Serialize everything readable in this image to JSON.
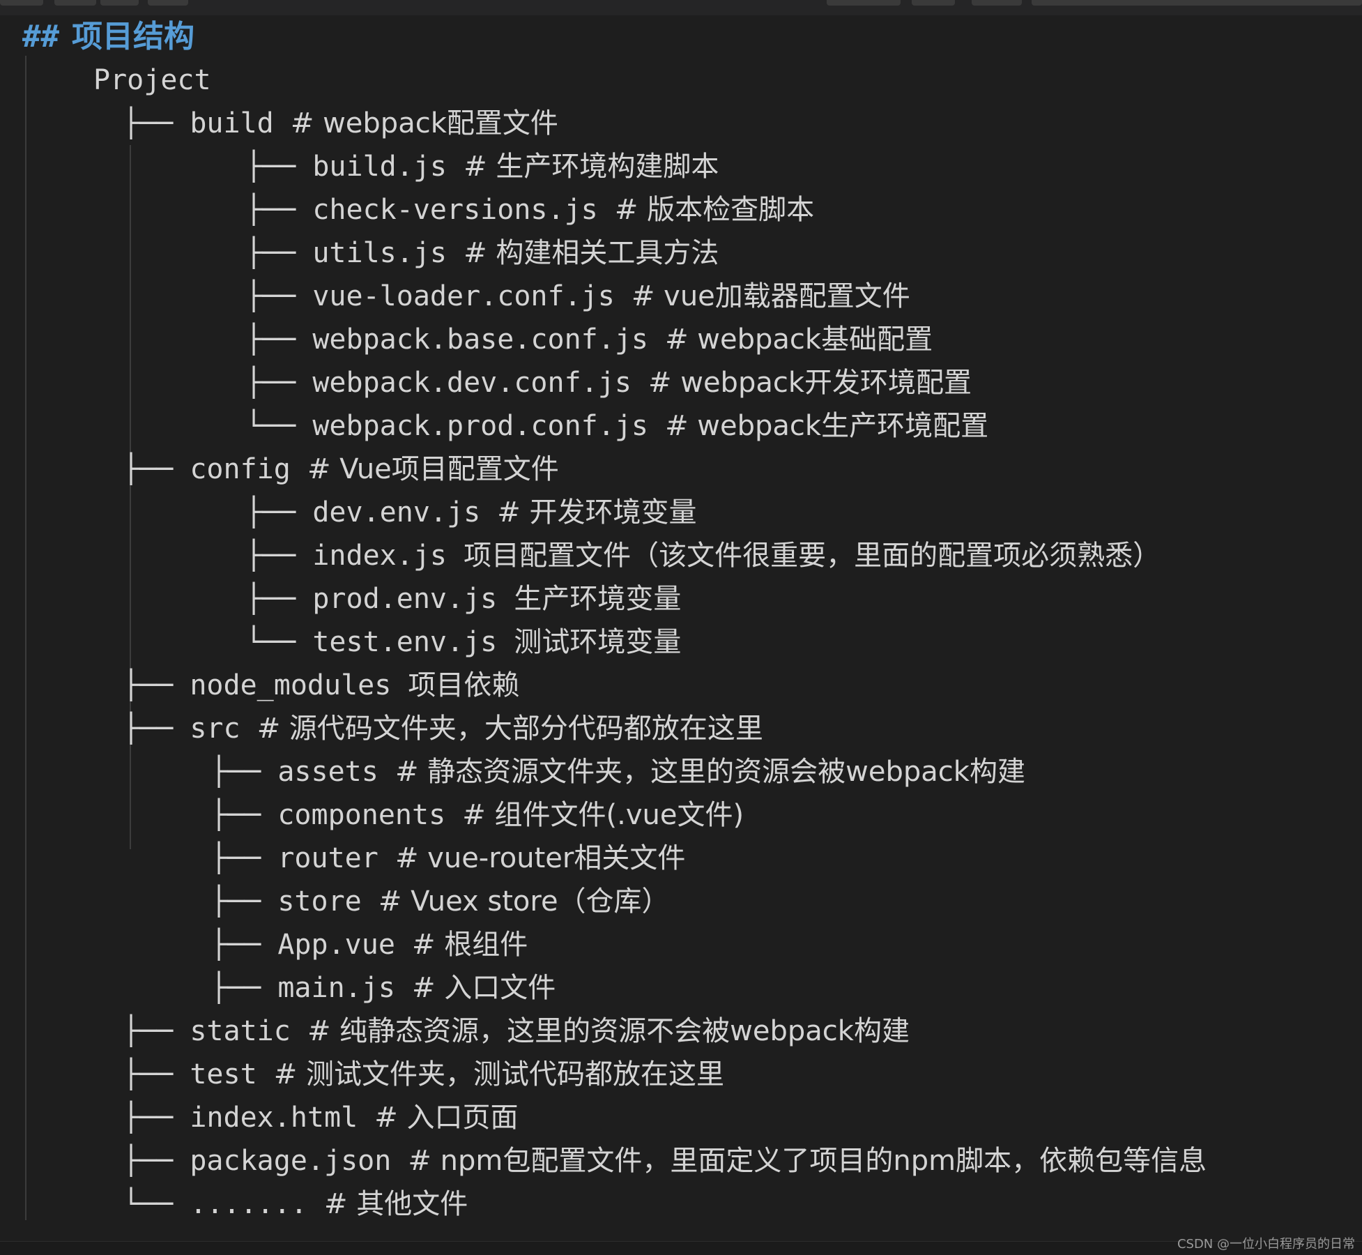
{
  "heading": {
    "hashes": "##",
    "title": "项目结构"
  },
  "root": "Project",
  "tree": [
    {
      "branch": "├──",
      "name": "build",
      "comment": "# webpack配置文件"
    },
    {
      "branch": "├──",
      "name": "build.js",
      "comment": "# 生产环境构建脚本"
    },
    {
      "branch": "├──",
      "name": "check-versions.js",
      "comment": "# 版本检查脚本"
    },
    {
      "branch": "├──",
      "name": "utils.js",
      "comment": "# 构建相关工具方法"
    },
    {
      "branch": "├──",
      "name": "vue-loader.conf.js",
      "comment": "# vue加载器配置文件"
    },
    {
      "branch": "├──",
      "name": "webpack.base.conf.js",
      "comment": "# webpack基础配置"
    },
    {
      "branch": "├──",
      "name": "webpack.dev.conf.js",
      "comment": "# webpack开发环境配置"
    },
    {
      "branch": "└──",
      "name": "webpack.prod.conf.js",
      "comment": "# webpack生产环境配置"
    },
    {
      "branch": "├──",
      "name": "config",
      "comment": "# Vue项目配置文件"
    },
    {
      "branch": "├──",
      "name": "dev.env.js",
      "comment": "# 开发环境变量"
    },
    {
      "branch": "├──",
      "name": "index.js",
      "comment": "项目配置文件（该文件很重要，里面的配置项必须熟悉）"
    },
    {
      "branch": "├──",
      "name": "prod.env.js",
      "comment": "生产环境变量"
    },
    {
      "branch": "└──",
      "name": "test.env.js",
      "comment": "测试环境变量"
    },
    {
      "branch": "├──",
      "name": "node_modules",
      "comment": "项目依赖"
    },
    {
      "branch": "├──",
      "name": "src",
      "comment": "# 源代码文件夹，大部分代码都放在这里"
    },
    {
      "branch": "├──",
      "name": "assets",
      "comment": "# 静态资源文件夹，这里的资源会被webpack构建"
    },
    {
      "branch": "├──",
      "name": "components",
      "comment": "# 组件文件(.vue文件)"
    },
    {
      "branch": "├──",
      "name": "router",
      "comment": "# vue-router相关文件"
    },
    {
      "branch": "├──",
      "name": "store",
      "comment": "# Vuex store（仓库）"
    },
    {
      "branch": "├──",
      "name": "App.vue",
      "comment": "# 根组件"
    },
    {
      "branch": "├──",
      "name": "main.js",
      "comment": "# 入口文件"
    },
    {
      "branch": "├──",
      "name": "static",
      "comment": "# 纯静态资源，这里的资源不会被webpack构建"
    },
    {
      "branch": "├──",
      "name": "test",
      "comment": "# 测试文件夹，测试代码都放在这里"
    },
    {
      "branch": "├──",
      "name": "index.html",
      "comment": "# 入口页面"
    },
    {
      "branch": "├──",
      "name": "package.json",
      "comment": "# npm包配置文件，里面定义了项目的npm脚本，依赖包等信息"
    },
    {
      "branch": "└──",
      "name": ".......",
      "comment": "# 其他文件"
    }
  ],
  "watermark": "CSDN @一位小白程序员的日常"
}
